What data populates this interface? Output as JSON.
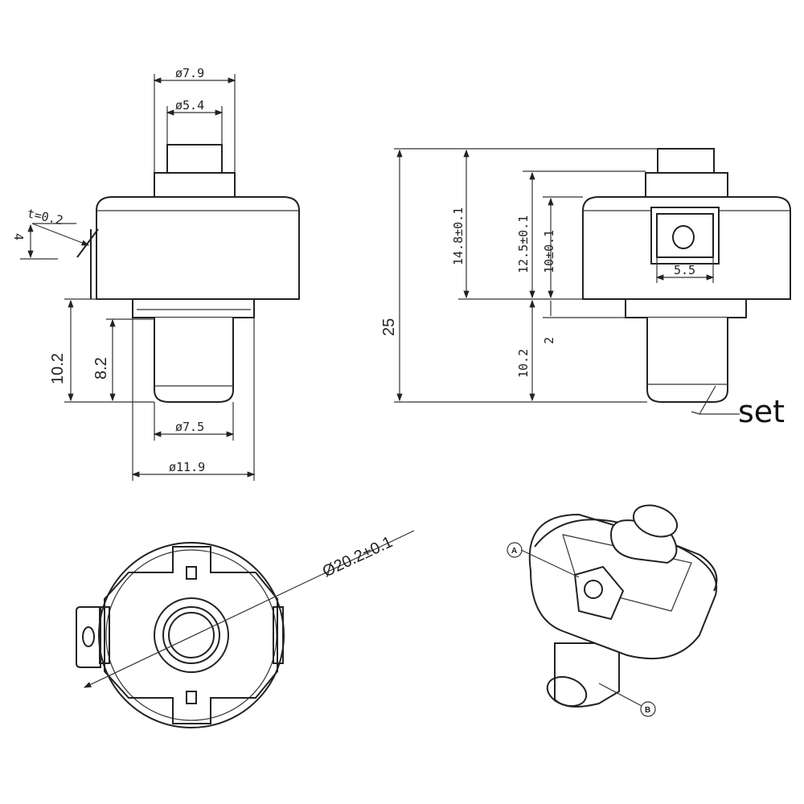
{
  "front_view": {
    "dia_top_outer": "ø7.9",
    "dia_top_inner": "ø5.4",
    "thickness": "t=0.2",
    "tab_height": "4",
    "shaft_length": "10.2",
    "shaft_straight": "8.2",
    "dia_shaft": "ø7.5",
    "dia_flange": "ø11.9"
  },
  "side_view": {
    "total_height": "25",
    "h1": "14.8±0.1",
    "h2": "12.5±0.1",
    "h3": "10±0.1",
    "window_width": "5.5",
    "shaft_length": "10.2",
    "flange": "2",
    "callout": "set"
  },
  "bottom_view": {
    "diameter": "Ø20.2±0.1"
  },
  "iso_view": {
    "label_a": "A",
    "label_b": "B"
  }
}
